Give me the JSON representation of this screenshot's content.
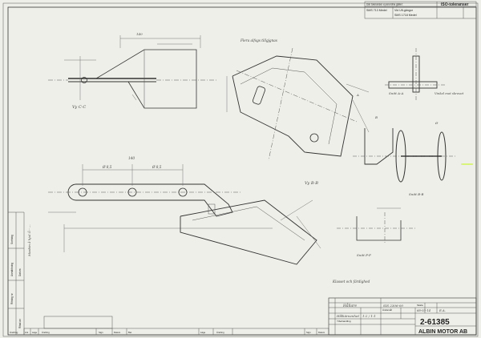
{
  "title_block": {
    "drawing_number": "2-61385",
    "company": "ALBIN MOTOR AB",
    "tolerances_header": "ISO-toleranser",
    "tolerance_note_text": "Där toleranser ej anordna gäller:",
    "std_line_1": "SMS 713 Medel",
    "std_line_2": "SMS 1718 Medel",
    "std_col_label": "Vid Ufl-gängor",
    "caption_1": "Ändamål",
    "caption_2": "Ytbehandling",
    "skala_label": "Skala",
    "hw_name": "Hållare",
    "hw_part_ref": "SIS 2306-00",
    "hw_material": "Hålkärnenhet",
    "hw_scale": "1:2 / 1:1",
    "hw_date": "68-03-14",
    "hw_sign": "E.A."
  },
  "annotations": {
    "view_a": "Vy C-C",
    "view_b": "Vy B-B",
    "section_c": "Snitt A-A",
    "section_d": "Snitt B-B",
    "section_e": "Snitt F-F",
    "note_1": "Flera alfsgs tillgjgnas",
    "note_2": "Vinkel mot skrovet",
    "note_3": "Klasset och färdighed",
    "dim_1": "Ø 8,5",
    "dim_2": "Ø 8,5",
    "dim_3": "140",
    "left_margin_note": "Maskin å hjul Ö - ...",
    "revision_label": "Ändring"
  },
  "left_strip": {
    "lines": [
      "Sortning",
      "Anmärkning",
      "Ritning nr",
      "Datum",
      "Ritad av"
    ]
  },
  "bottom_strip": {
    "labels": [
      "Ant",
      "Läge",
      "Ändring",
      "Sign",
      "Datum",
      "Bet",
      "Läge",
      "Ändring",
      "Sign",
      "Datum"
    ]
  },
  "colors": {
    "paper": "#efefe9",
    "line": "#333333",
    "accent_mark": "#d8f57a"
  }
}
